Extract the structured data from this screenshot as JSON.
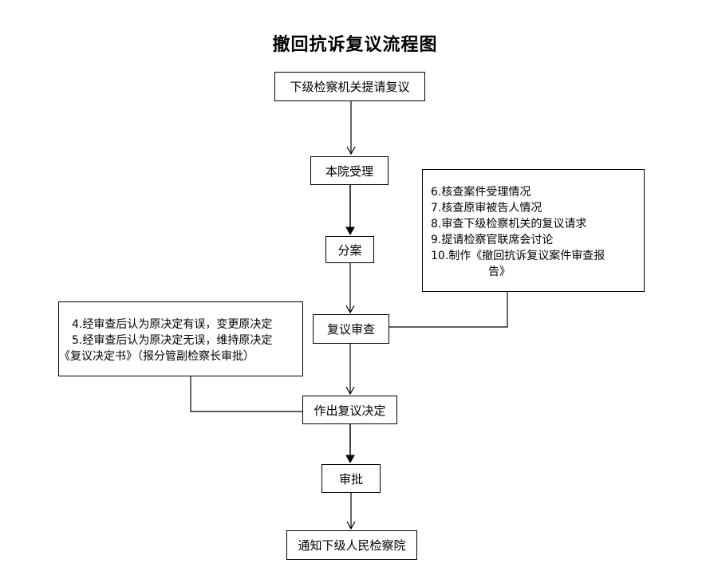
{
  "title": "撤回抗诉复议流程图",
  "steps": {
    "submit": "下级检察机关提请复议",
    "accept": "本院受理",
    "assign": "分案",
    "review": "复议审查",
    "decide": "作出复议决定",
    "approve": "审批",
    "notify": "通知下级人民检察院"
  },
  "review_tasks": [
    "6.核查案件受理情况",
    "7.核查原审被告人情况",
    "8.审查下级检察机关的复议请求",
    "9.提请检察官联席会讨论",
    "10.制作《撤回抗诉复议案件审查报",
    "告》"
  ],
  "decision_outcomes": [
    "4.经审查后认为原决定有误，变更原决定",
    "5.经审查后认为原决定无误，维持原决定",
    "《复议决定书》（报分管副检察长审批）"
  ]
}
